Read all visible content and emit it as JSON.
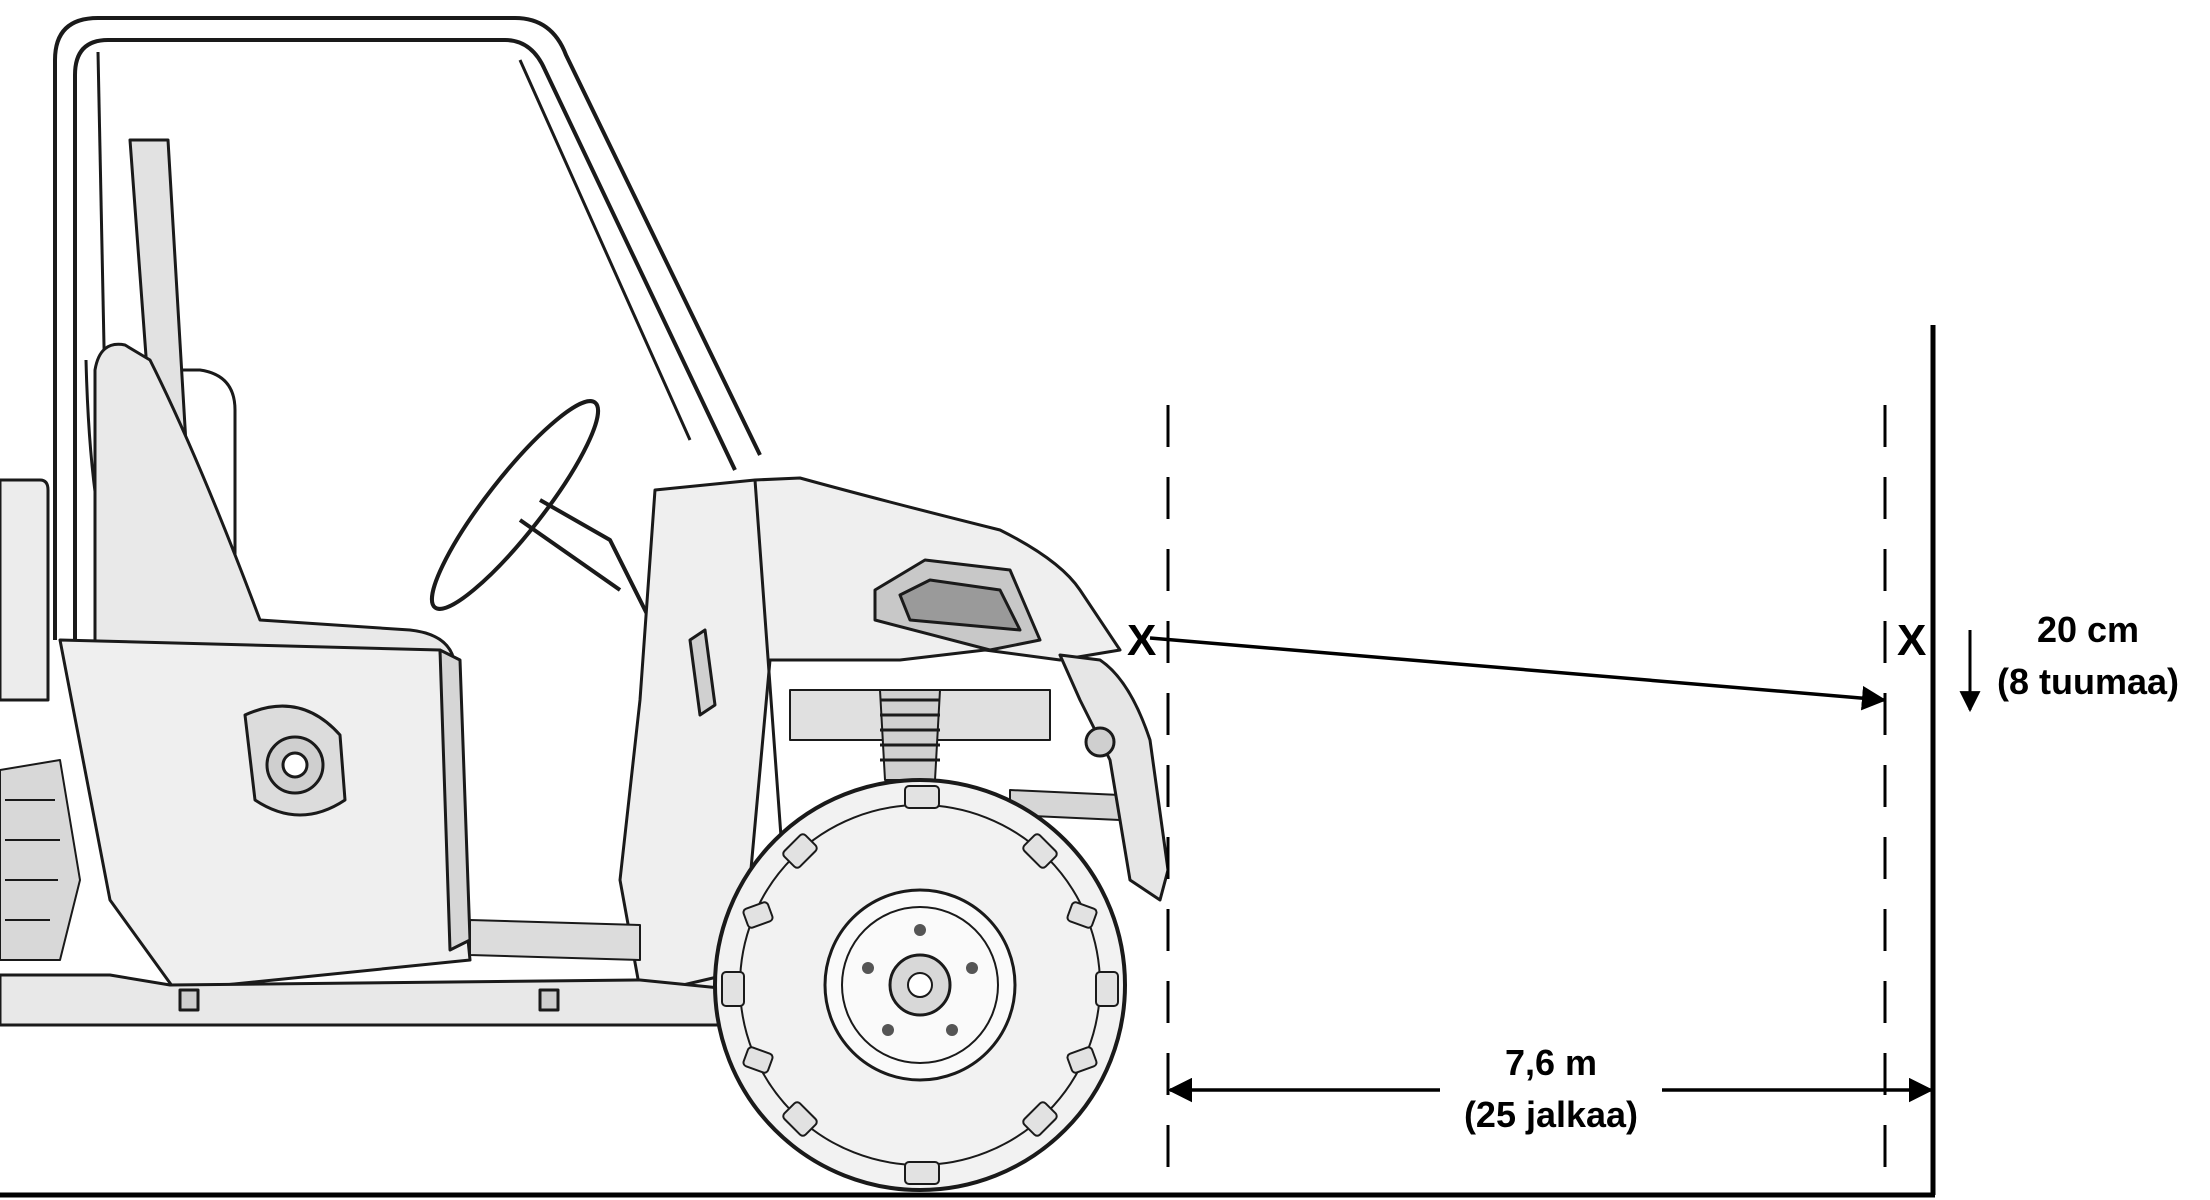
{
  "diagram": {
    "markers": {
      "headlight_mark": "X",
      "wall_mark": "X"
    },
    "drop": {
      "metric": "20 cm",
      "imperial": "(8 tuumaa)"
    },
    "distance": {
      "metric": "7,6 m",
      "imperial": "(25 jalkaa)"
    },
    "colors": {
      "ink": "#000000",
      "vehicle_fill": "#f4f4f4",
      "vehicle_shade": "#dcdcdc"
    }
  }
}
